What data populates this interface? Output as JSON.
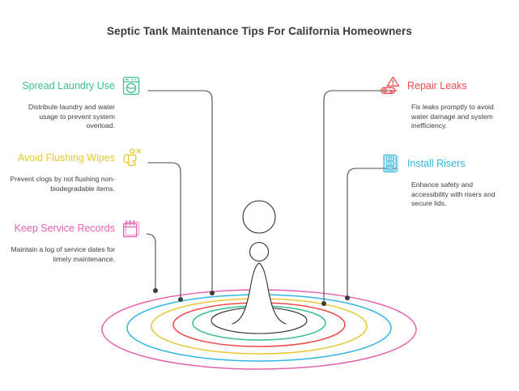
{
  "header": {
    "title": "Septic Tank Maintenance Tips For California Homeowners"
  },
  "colors": {
    "green": "#3cbf8e",
    "yellow": "#e8c832",
    "pink": "#e262b0",
    "red": "#ef4b4b",
    "cyan": "#31b6e0",
    "ripple_black": "#2e2e2e",
    "connector": "#4a4a4a",
    "title_text": "#3a3a3a",
    "body_text": "#3c3c3c"
  },
  "items": {
    "laundry": {
      "label": "Spread Laundry Use",
      "description": "Distribute laundry and water usage to prevent system overload.",
      "icon": "washing-machine-icon",
      "color": "#3cbf8e",
      "side": "left"
    },
    "wipes": {
      "label": "Avoid Flushing Wipes",
      "description": "Prevent clogs by not flushing non-biodegradable items.",
      "icon": "no-flush-toilet-icon",
      "color": "#e8c832",
      "side": "left"
    },
    "records": {
      "label": "Keep Service Records",
      "description": "Maintain a log of service dates for timely maintenance.",
      "icon": "notepad-records-icon",
      "color": "#e262b0",
      "side": "left"
    },
    "leaks": {
      "label": "Repair Leaks",
      "description": "Fix leaks promptly to avoid water damage and system inefficiency.",
      "icon": "leaking-pipe-warning-icon",
      "color": "#ef4b4b",
      "side": "right"
    },
    "risers": {
      "label": "Install Risers",
      "description": "Enhance safety and accessibility with risers and secure lids.",
      "icon": "stacked-risers-icon",
      "color": "#31b6e0",
      "side": "right"
    }
  },
  "central_graphic": {
    "name": "water-droplet-splash",
    "ripple_colors": [
      "#e262b0",
      "#31b6e0",
      "#e8c832",
      "#ef4b4b",
      "#3cbf8e",
      "#2e2e2e"
    ],
    "droplets": 2
  }
}
